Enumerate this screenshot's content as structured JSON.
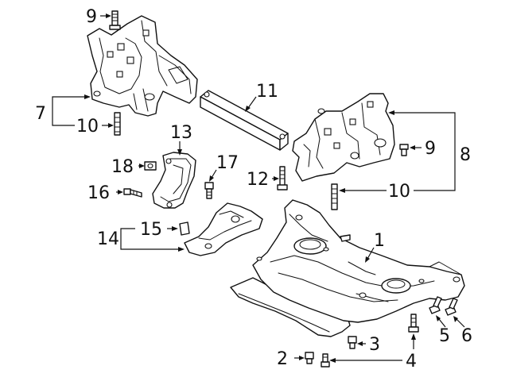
{
  "diagram": {
    "callouts": [
      {
        "id": "c1",
        "label": "1"
      },
      {
        "id": "c2",
        "label": "2"
      },
      {
        "id": "c3",
        "label": "3"
      },
      {
        "id": "c4",
        "label": "4"
      },
      {
        "id": "c5",
        "label": "5"
      },
      {
        "id": "c6",
        "label": "6"
      },
      {
        "id": "c7",
        "label": "7"
      },
      {
        "id": "c8",
        "label": "8"
      },
      {
        "id": "c9a",
        "label": "9"
      },
      {
        "id": "c9b",
        "label": "9"
      },
      {
        "id": "c10a",
        "label": "10"
      },
      {
        "id": "c10b",
        "label": "10"
      },
      {
        "id": "c11",
        "label": "11"
      },
      {
        "id": "c12",
        "label": "12"
      },
      {
        "id": "c13",
        "label": "13"
      },
      {
        "id": "c14",
        "label": "14"
      },
      {
        "id": "c15",
        "label": "15"
      },
      {
        "id": "c16",
        "label": "16"
      },
      {
        "id": "c17",
        "label": "17"
      },
      {
        "id": "c18",
        "label": "18"
      }
    ]
  }
}
